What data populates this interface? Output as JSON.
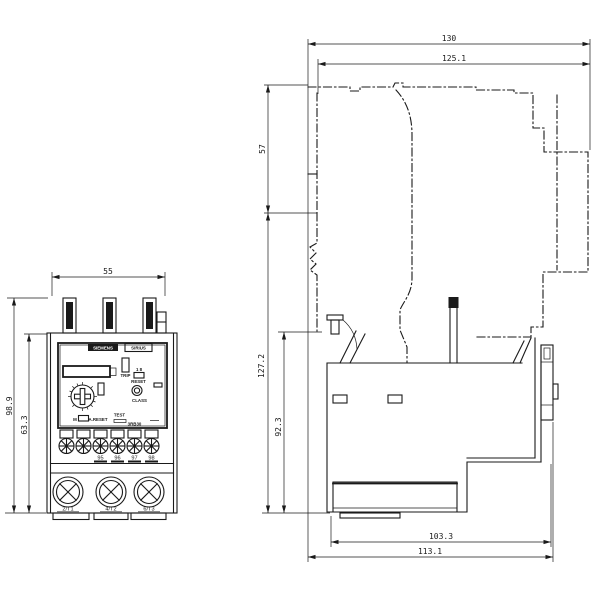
{
  "front_view": {
    "brand": "SIEMENS",
    "series": "SIRIUS",
    "panel": {
      "trip": "TRIP",
      "range": "1 8",
      "reset": "RESET",
      "class": "CLASS",
      "test": "TEST",
      "manual": "M",
      "auto_reset": "A.RESET",
      "model": "3RB30"
    },
    "aux_terminals": [
      "95",
      "96",
      "97",
      "98"
    ],
    "main_terminals": [
      "2/T1",
      "4/T2",
      "6/T3"
    ],
    "dims": {
      "width": "55",
      "height_total": "98.9",
      "height_body": "63.3"
    }
  },
  "side_view": {
    "dims": {
      "depth_overall": "130",
      "depth_upper": "125.1",
      "height_upper": "57",
      "height_total": "127.2",
      "height_body": "92.3",
      "depth_body": "103.3",
      "depth_total": "113.1"
    }
  },
  "colors": {
    "line": "#1a1a1a",
    "background": "#ffffff"
  }
}
